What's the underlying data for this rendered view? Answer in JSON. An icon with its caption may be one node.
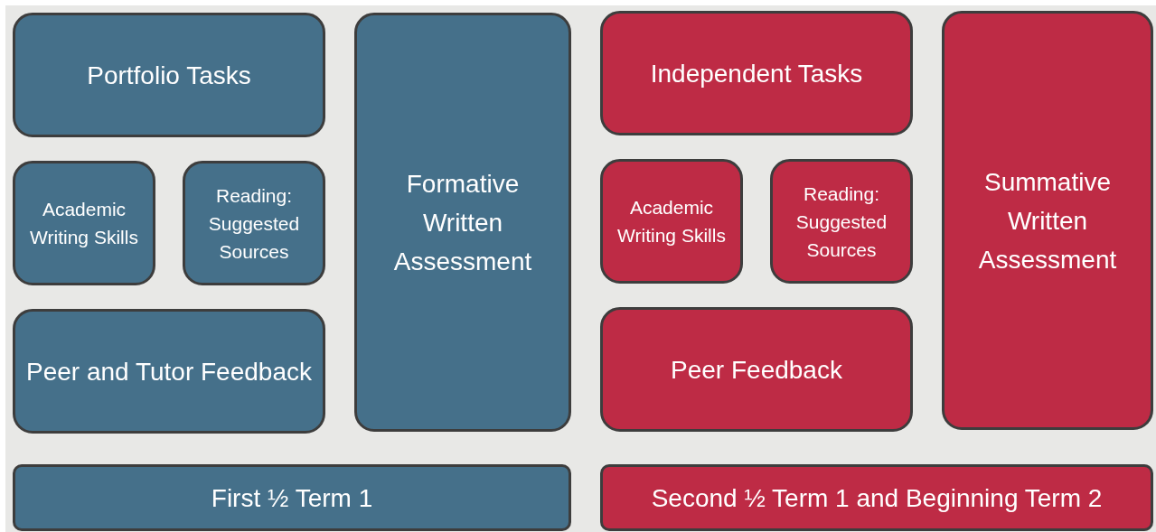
{
  "diagram": {
    "nodes": [
      {
        "text": [
          "Portfolio Tasks"
        ]
      },
      {
        "text": [
          "Academic Writing Skills"
        ]
      },
      {
        "text": [
          "Reading: Suggested Sources"
        ]
      },
      {
        "text": [
          "Peer and Tutor Feedback"
        ]
      },
      {
        "text": [
          "Formative Written Assessment"
        ]
      },
      {
        "text": [
          "Independent Tasks"
        ]
      },
      {
        "text": [
          "Academic Writing Skills"
        ]
      },
      {
        "text": [
          "Reading: Suggested Sources"
        ]
      },
      {
        "text": [
          "Peer Feedback"
        ]
      },
      {
        "text": [
          "Summative Written Assessment"
        ]
      },
      {
        "text": [
          "First ½ Term 1"
        ]
      },
      {
        "text": [
          "Second ½ Term 1 and Beginning Term 2"
        ]
      }
    ]
  }
}
